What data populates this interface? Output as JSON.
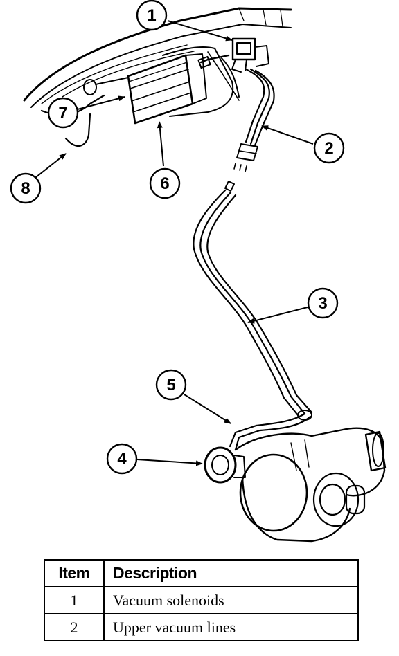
{
  "callouts": [
    "1",
    "2",
    "3",
    "4",
    "5",
    "6",
    "7",
    "8"
  ],
  "legend": {
    "headers": {
      "item": "Item",
      "description": "Description"
    },
    "rows": [
      {
        "item": "1",
        "description": "Vacuum solenoids"
      },
      {
        "item": "2",
        "description": "Upper vacuum lines"
      }
    ]
  }
}
